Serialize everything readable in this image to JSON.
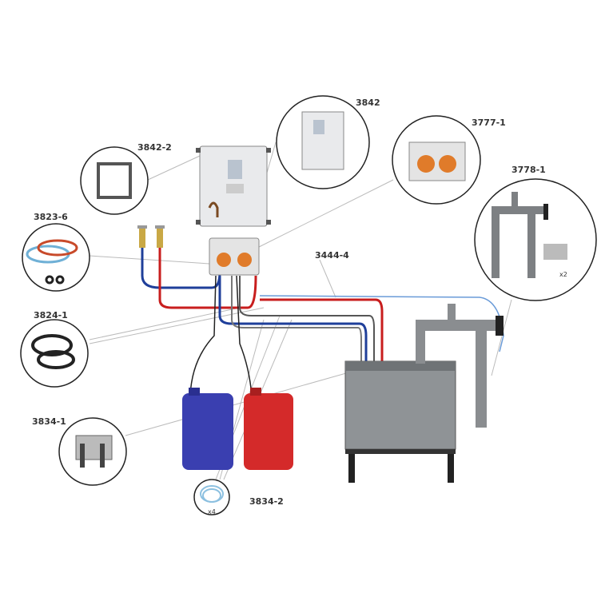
{
  "labels": {
    "controller": "3842",
    "bracket": "3842-2",
    "pump": "3777-1",
    "pipe_kit": "3778-1",
    "hoses": "3823-6",
    "cable": "3444-4",
    "drain_hose": "3824-1",
    "lance_holder": "3834-1",
    "tubing": "3834-2"
  },
  "quantities": {
    "pipe_kit_brackets": "x2",
    "tubing_count": "x4"
  },
  "colors": {
    "blue_line": "#1f3f9a",
    "red_line": "#c81e1e",
    "canister_blue": "#3a3fb0",
    "canister_red": "#d42a2a",
    "tank": "#8f9396"
  }
}
